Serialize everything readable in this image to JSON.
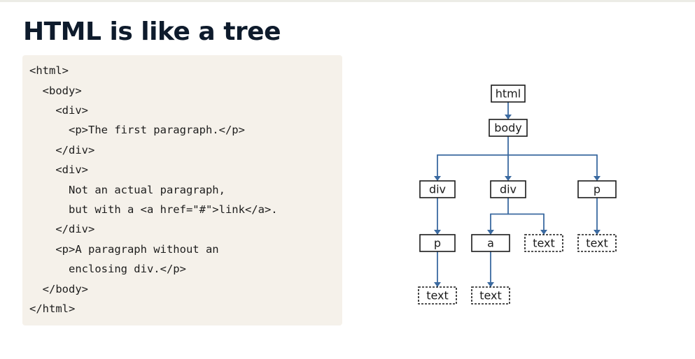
{
  "title": "HTML is like a tree",
  "code_lines": [
    "<html>",
    "  <body>",
    "    <div>",
    "      <p>The first paragraph.</p>",
    "    </div>",
    "    <div>",
    "      Not an actual paragraph,",
    "      but with a <a href=\"#\">link</a>.",
    "    </div>",
    "    <p>A paragraph without an",
    "      enclosing div.</p>",
    "  </body>",
    "</html>"
  ],
  "tree": {
    "nodes": [
      {
        "id": "html",
        "label": "html",
        "kind": "element"
      },
      {
        "id": "body",
        "label": "body",
        "kind": "element"
      },
      {
        "id": "div1",
        "label": "div",
        "kind": "element"
      },
      {
        "id": "div2",
        "label": "div",
        "kind": "element"
      },
      {
        "id": "p2",
        "label": "p",
        "kind": "element"
      },
      {
        "id": "p1",
        "label": "p",
        "kind": "element"
      },
      {
        "id": "a",
        "label": "a",
        "kind": "element"
      },
      {
        "id": "text2",
        "label": "text",
        "kind": "text"
      },
      {
        "id": "text4",
        "label": "text",
        "kind": "text"
      },
      {
        "id": "text1",
        "label": "text",
        "kind": "text"
      },
      {
        "id": "text3",
        "label": "text",
        "kind": "text"
      }
    ],
    "edges": [
      [
        "html",
        "body"
      ],
      [
        "body",
        "div1"
      ],
      [
        "body",
        "div2"
      ],
      [
        "body",
        "p2"
      ],
      [
        "div1",
        "p1"
      ],
      [
        "div2",
        "a"
      ],
      [
        "div2",
        "text2"
      ],
      [
        "p2",
        "text4"
      ],
      [
        "p1",
        "text1"
      ],
      [
        "a",
        "text3"
      ]
    ]
  }
}
